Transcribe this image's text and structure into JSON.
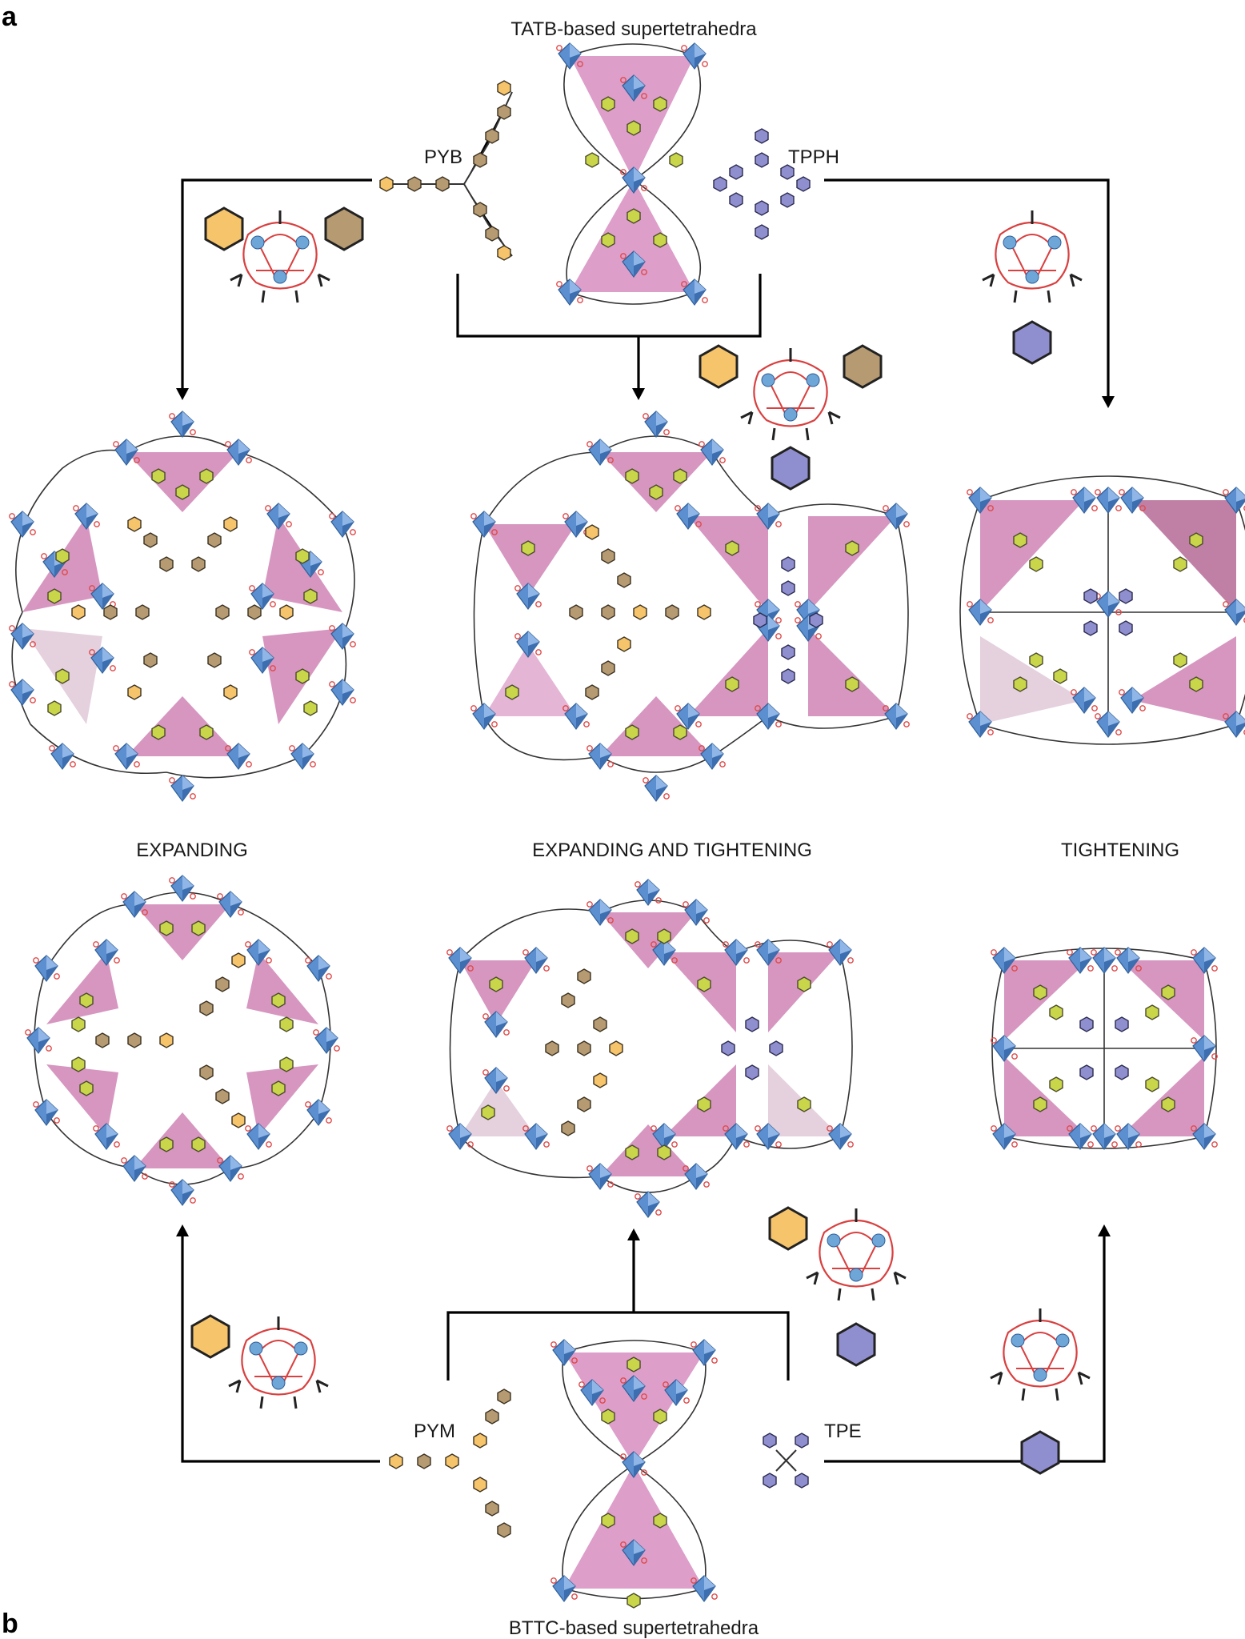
{
  "panels": {
    "a": "a",
    "b": "b"
  },
  "titles": {
    "top": "TATB-based supertetrahedra",
    "bottom": "BTTC-based supertetrahedra"
  },
  "linkers": {
    "pyb": "PYB",
    "tpph": "TPPH",
    "pym": "PYM",
    "tpe": "TPE"
  },
  "columns": {
    "left": "EXPANDING",
    "middle": "EXPANDING AND TIGHTENING",
    "right": "TIGHTENING"
  },
  "colors": {
    "pink_face": "#d27db8",
    "blue_node": "#5b8fd0",
    "yellow_ring": "#c9d64a",
    "orange_ring": "#f6c46a",
    "brown_ring": "#b59a72",
    "violet_ring": "#8f8fcf",
    "oxygen_red": "#e04a4a",
    "cyan_bond": "#3fc6d6"
  }
}
